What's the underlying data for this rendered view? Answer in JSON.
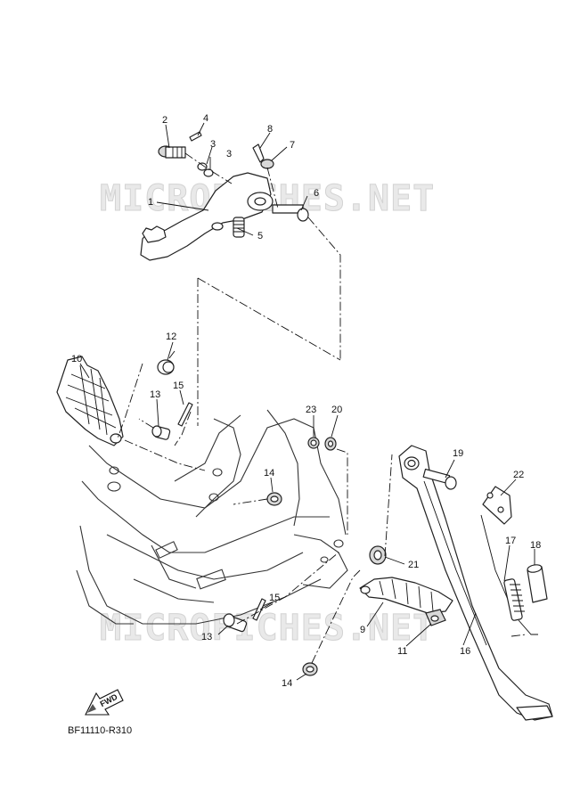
{
  "watermark": "MICROFICHES.NET",
  "diagram_code": "BF11110-R310",
  "fwd_label": "FWD",
  "icons": {
    "fwd": "fwd-arrow-icon"
  },
  "callouts": {
    "c1": "1",
    "c2": "2",
    "c3a": "3",
    "c3b": "3",
    "c4": "4",
    "c5": "5",
    "c6": "6",
    "c7": "7",
    "c8": "8",
    "c9": "9",
    "c10": "10",
    "c11": "11",
    "c12": "12",
    "c13a": "13",
    "c13b": "13",
    "c14a": "14",
    "c14b": "14",
    "c15a": "15",
    "c15b": "15",
    "c16": "16",
    "c17": "17",
    "c18": "18",
    "c19": "19",
    "c20": "20",
    "c21": "21",
    "c22": "22",
    "c23": "23"
  }
}
